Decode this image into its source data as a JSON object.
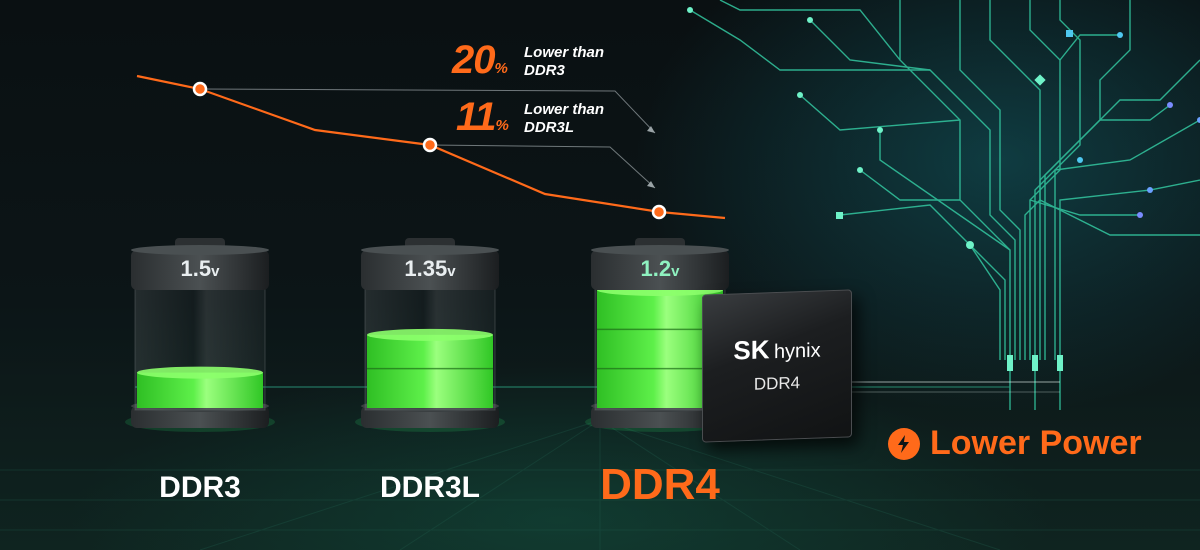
{
  "batteries": [
    {
      "name": "DDR3",
      "voltage": "1.5",
      "unit": "v",
      "fill_level": 0.3
    },
    {
      "name": "DDR3L",
      "voltage": "1.35",
      "unit": "v",
      "fill_level": 0.62
    },
    {
      "name": "DDR4",
      "voltage": "1.2",
      "unit": "v",
      "fill_level": 1.0
    }
  ],
  "callouts": [
    {
      "value": "20",
      "unit": "%",
      "line1": "Lower than",
      "line2": "DDR3"
    },
    {
      "value": "11",
      "unit": "%",
      "line1": "Lower than",
      "line2": "DDR3L"
    }
  ],
  "chip": {
    "brand_sk": "SK",
    "brand_hynix": "hynix",
    "model": "DDR4"
  },
  "tagline": "Lower Power",
  "colors": {
    "accent": "#ff6a1a",
    "battery_green": "#3fd43a",
    "circuit": "#2fd9a6"
  },
  "icons": {
    "tagline_icon": "lightning-bolt-icon"
  }
}
